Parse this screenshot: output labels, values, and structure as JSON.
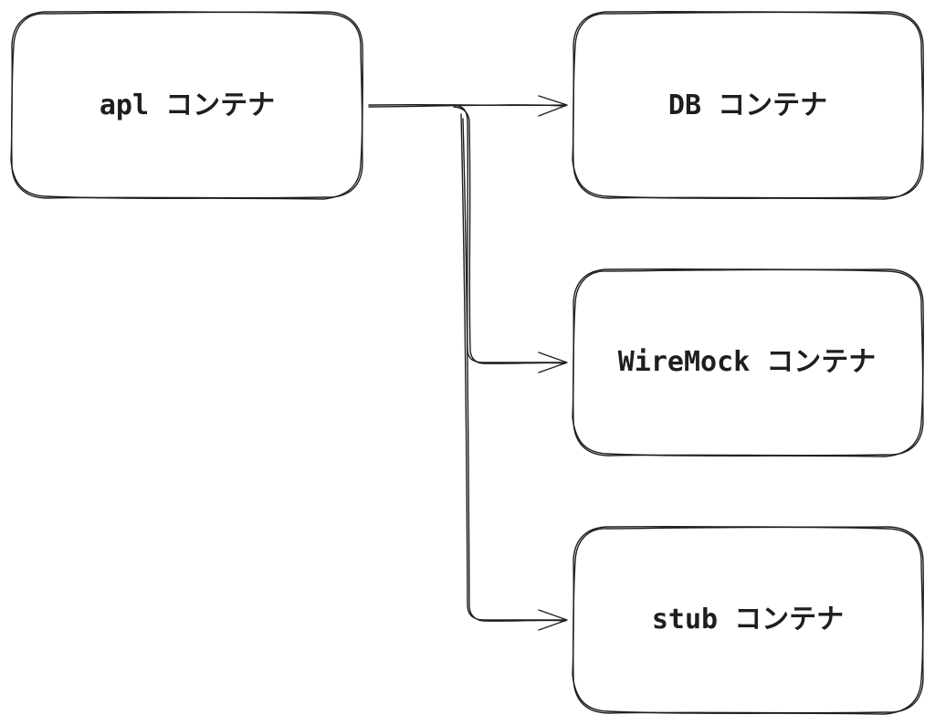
{
  "nodes": {
    "apl": {
      "label": "apl コンテナ"
    },
    "db": {
      "label": "DB コンテナ"
    },
    "wiremock": {
      "label": "WireMock コンテナ"
    },
    "stub": {
      "label": "stub コンテナ"
    }
  },
  "edges": [
    {
      "from": "apl",
      "to": "db"
    },
    {
      "from": "apl",
      "to": "wiremock"
    },
    {
      "from": "apl",
      "to": "stub"
    }
  ],
  "colors": {
    "stroke": "#1e1e1e",
    "background": "#ffffff"
  }
}
